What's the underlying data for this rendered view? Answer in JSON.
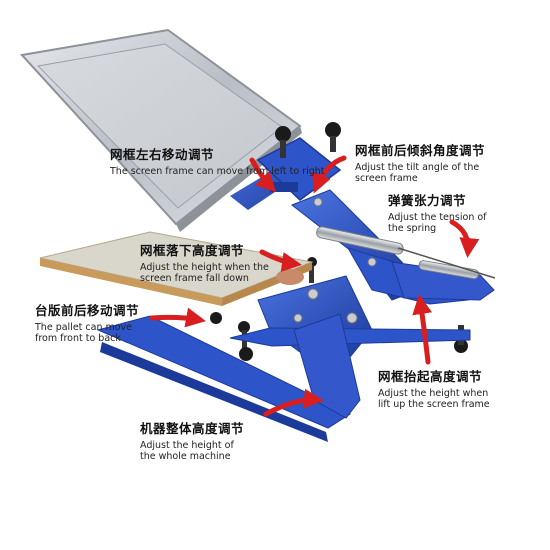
{
  "colors": {
    "frame_blue": "#2e54c9",
    "frame_blue_dark": "#1c3a9a",
    "arrow_red": "#d81e1e",
    "screen_silver": "#c8ccd2",
    "pallet_top": "#d9d6cc",
    "pallet_edge": "#c89a5c",
    "knob_black": "#1a1a1a",
    "background": "#ffffff"
  },
  "annotations": {
    "frame_left_right": {
      "cn": "网框左右移动调节",
      "en": "The screen frame can move from left to right"
    },
    "tilt_angle": {
      "cn": "网框前后倾斜角度调节",
      "en_1": "Adjust the tilt angle of the",
      "en_2": "screen frame"
    },
    "spring_tension": {
      "cn": "弹簧张力调节",
      "en_1": "Adjust the tension of",
      "en_2": "the spring"
    },
    "frame_fall_height": {
      "cn": "网框落下高度调节",
      "en_1": "Adjust the height when the",
      "en_2": "screen frame fall down"
    },
    "pallet_front_back": {
      "cn": "台版前后移动调节",
      "en_1": "The pallet can move",
      "en_2": "from front to back"
    },
    "lift_height": {
      "cn": "网框抬起高度调节",
      "en_1": "Adjust the height when",
      "en_2": "lift up the screen frame"
    },
    "machine_height": {
      "cn": "机器整体高度调节",
      "en_1": "Adjust the height of",
      "en_2": "the whole machine"
    }
  }
}
